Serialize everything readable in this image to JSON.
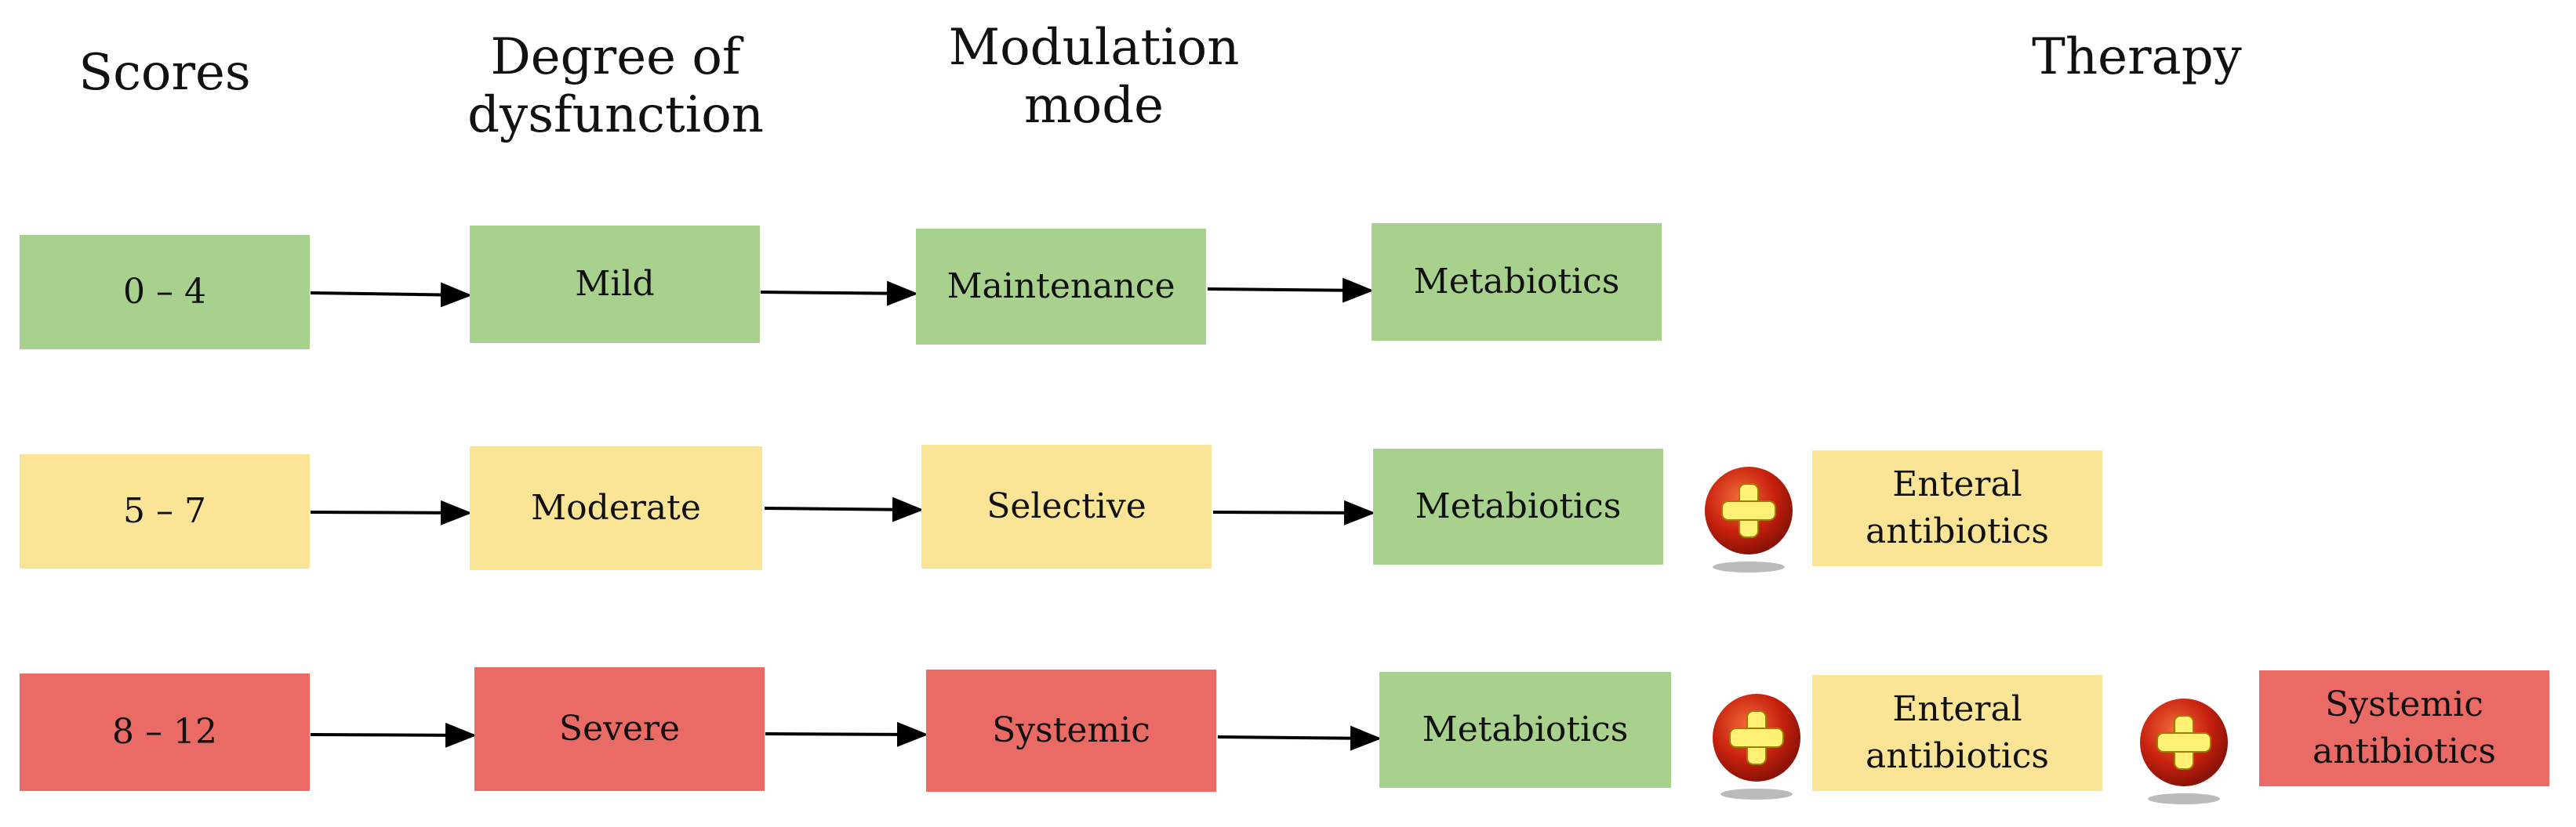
{
  "headers": {
    "scores": "Scores",
    "degree": "Degree of\ndysfunction",
    "modulation": "Modulation\nmode",
    "therapy": "Therapy"
  },
  "rows": [
    {
      "score": "0 – 4",
      "degree": "Mild",
      "mode": "Maintenance",
      "therapy": [
        "Metabiotics"
      ]
    },
    {
      "score": "5 – 7",
      "degree": "Moderate",
      "mode": "Selective",
      "therapy": [
        "Metabiotics",
        "Enteral\nantibiotics"
      ]
    },
    {
      "score": "8 – 12",
      "degree": "Severe",
      "mode": "Systemic",
      "therapy": [
        "Metabiotics",
        "Enteral\nantibiotics",
        "Systemic\nantibiotics"
      ]
    }
  ],
  "colors": {
    "green": "#a9d18e",
    "yellow": "#fae597",
    "red": "#ea6b66",
    "plus_ball": "#c8220e",
    "plus_sign": "#fff176"
  },
  "icons": {
    "plus": "plus-icon"
  }
}
